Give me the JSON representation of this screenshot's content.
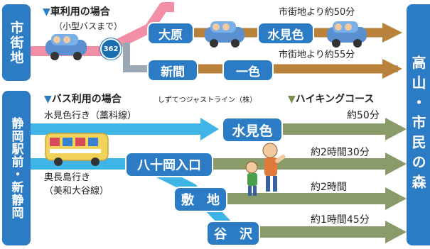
{
  "left_labels": {
    "city": "市街地",
    "station": "静岡駅前・新静岡"
  },
  "destination": "高山・市民の森",
  "car": {
    "header": "車利用の場合",
    "sub": "（小型バスまで）",
    "route_number": "362",
    "stations": [
      "大原",
      "水見色",
      "新間",
      "一色"
    ],
    "time1": "市街地より約50分",
    "time2": "市街地より約55分"
  },
  "bus": {
    "header": "バス利用の場合",
    "company": "しずてつジャストライン（株）",
    "line1_label": "水見色行き（藁科線）",
    "line2_label_a": "奥長島行き",
    "line2_label_b": "（美和大谷線）",
    "stations": [
      "水見色",
      "八十岡入口",
      "敷　地",
      "谷　沢"
    ]
  },
  "hiking": {
    "header": "ハイキングコース",
    "times": [
      "約50分",
      "約2時間30分",
      "約2時間",
      "約1時間45分"
    ]
  },
  "colors": {
    "blue": "#2b7cc4",
    "pink": "#f28fa6",
    "gray": "#9aa7b4",
    "brown": "#b8823a",
    "cyan": "#3fb4e6",
    "green": "#8a9b6a"
  }
}
